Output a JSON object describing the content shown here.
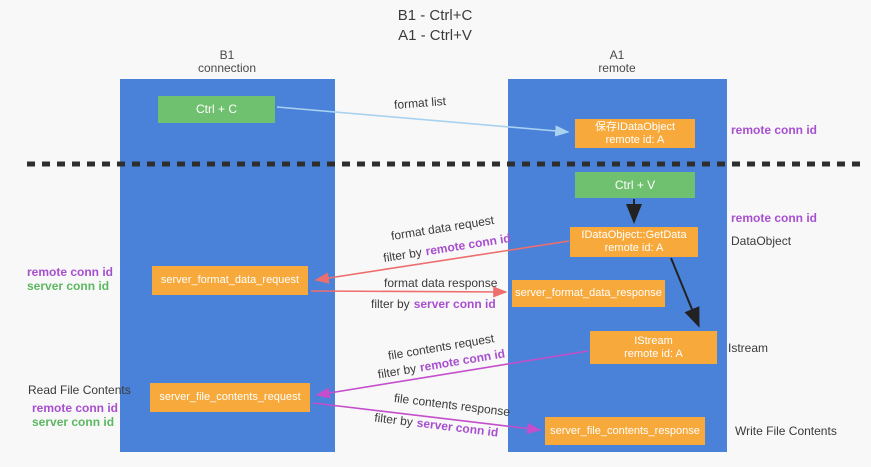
{
  "title": {
    "line1": "B1 - Ctrl+C",
    "line2": "A1 - Ctrl+V"
  },
  "lanes": {
    "left": {
      "title": "B1",
      "subtitle": "connection"
    },
    "right": {
      "title": "A1",
      "subtitle": "remote"
    }
  },
  "nodes": {
    "ctrl_c": "Ctrl + C",
    "ctrl_v": "Ctrl + V",
    "dataobject_saved": {
      "line1": "保存IDataObject",
      "line2": "remote id: A"
    },
    "getdata": {
      "line1": "IDataObject::GetData",
      "line2": "remote id: A"
    },
    "istream": {
      "line1": "IStream",
      "line2": "remote id: A"
    },
    "format_request": "server_format_data_request",
    "format_response": "server_format_data_response",
    "file_request": "server_file_contents_request",
    "file_response": "server_file_contents_response"
  },
  "arrows": {
    "format_list": "format list",
    "format_data_request": {
      "label": "format data request",
      "filter_prefix": "filter by",
      "filter_key": "remote conn id"
    },
    "format_data_response": {
      "label": "format data response",
      "filter_prefix": "filter by",
      "filter_key": "server conn id"
    },
    "file_contents_request": {
      "label": "file contents request",
      "filter_prefix": "filter by",
      "filter_key": "remote conn id"
    },
    "file_contents_response": {
      "label": "file contents response",
      "filter_prefix": "filter by",
      "filter_key": "server conn id"
    }
  },
  "side_labels": {
    "right_top_conn": "remote conn id",
    "right_mid_conn": "remote conn id",
    "dataobject": "DataObject",
    "istream": "Istream",
    "write_file": "Write File Contents",
    "left_remote_conn_1": "remote conn id",
    "left_server_conn_1": "server conn id",
    "read_file": "Read File Contents",
    "left_remote_conn_2": "remote conn id",
    "left_server_conn_2": "server conn id"
  },
  "colors": {
    "lane_blue": "#4a82d9",
    "node_orange": "#f7a93b",
    "node_green": "#6fc06f",
    "arrow_blue": "#a8d2f0",
    "arrow_red": "#ee6e6e",
    "arrow_magenta": "#c44ecb",
    "arrow_black": "#222222",
    "text_purple": "#a84fd0",
    "text_green": "#5cb860",
    "dashed_line": "#2e2e2e"
  }
}
